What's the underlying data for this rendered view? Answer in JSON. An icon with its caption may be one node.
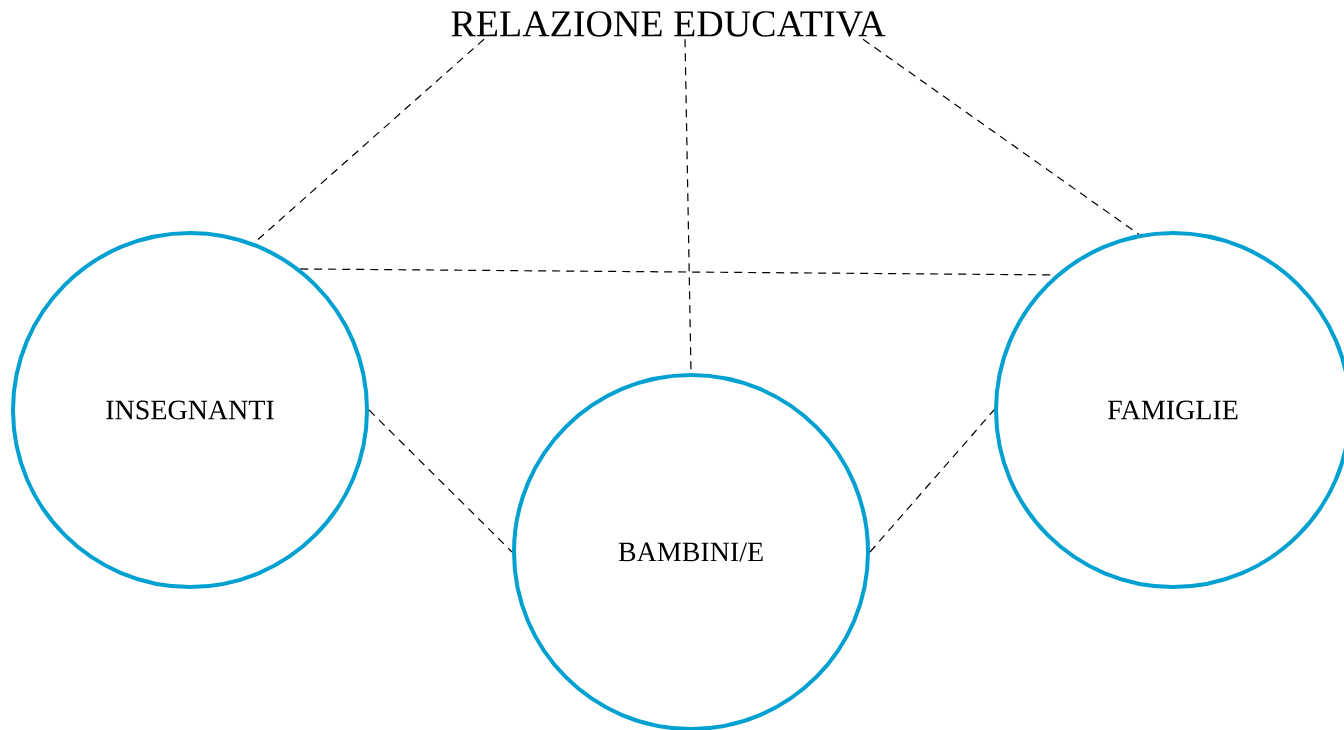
{
  "diagram": {
    "nodes": [
      {
        "text": [
          "RELAZIONE EDUCATIVA"
        ]
      },
      {
        "text": [
          "INSEGNANTI"
        ]
      },
      {
        "text": [
          "BAMBINI/E"
        ]
      },
      {
        "text": [
          "FAMIGLIE"
        ]
      }
    ],
    "edges": [
      {
        "from": 0,
        "to": 1,
        "arrow": "none",
        "style": "dashed"
      },
      {
        "from": 0,
        "to": 2,
        "arrow": "none",
        "style": "dashed"
      },
      {
        "from": 0,
        "to": 3,
        "arrow": "none",
        "style": "dashed"
      },
      {
        "from": 1,
        "to": 3,
        "arrow": "none",
        "style": "dashed"
      },
      {
        "from": 1,
        "to": 2,
        "arrow": "none",
        "style": "dashed"
      },
      {
        "from": 2,
        "to": 3,
        "arrow": "none",
        "style": "dashed"
      }
    ]
  }
}
